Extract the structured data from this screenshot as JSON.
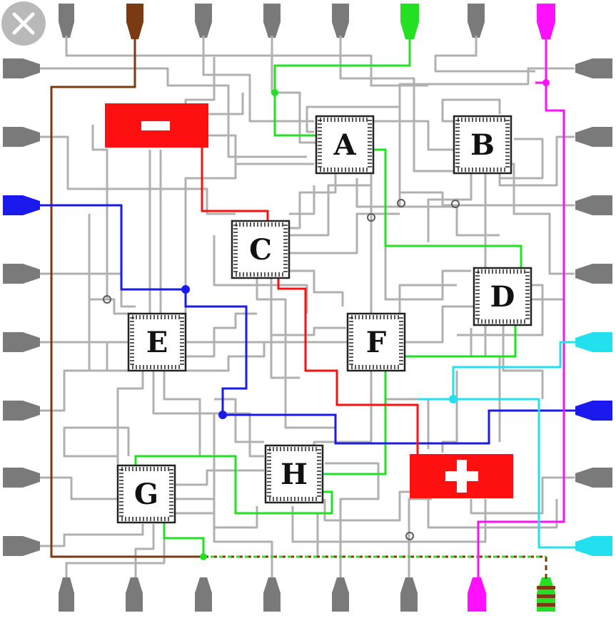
{
  "colors": {
    "background": "#ffffff",
    "wire_gray": "#b0b0b0",
    "wire_dark": "#5a5a5a",
    "pin_gray": "#7a7a7a",
    "brown": "#7a3a12",
    "green": "#22e022",
    "blue": "#1a1aee",
    "magenta": "#ff10ff",
    "cyan": "#22e0ee",
    "red": "#ff1010",
    "chip_border": "#222222"
  },
  "chips": [
    {
      "id": "A",
      "label": "A"
    },
    {
      "id": "B",
      "label": "B"
    },
    {
      "id": "C",
      "label": "C"
    },
    {
      "id": "D",
      "label": "D"
    },
    {
      "id": "E",
      "label": "E"
    },
    {
      "id": "F",
      "label": "F"
    },
    {
      "id": "G",
      "label": "G"
    },
    {
      "id": "H",
      "label": "H"
    }
  ],
  "power_terminals": [
    {
      "id": "negative",
      "symbol": "minus"
    },
    {
      "id": "positive",
      "symbol": "plus"
    }
  ],
  "close_button": {
    "icon": "close-icon"
  }
}
